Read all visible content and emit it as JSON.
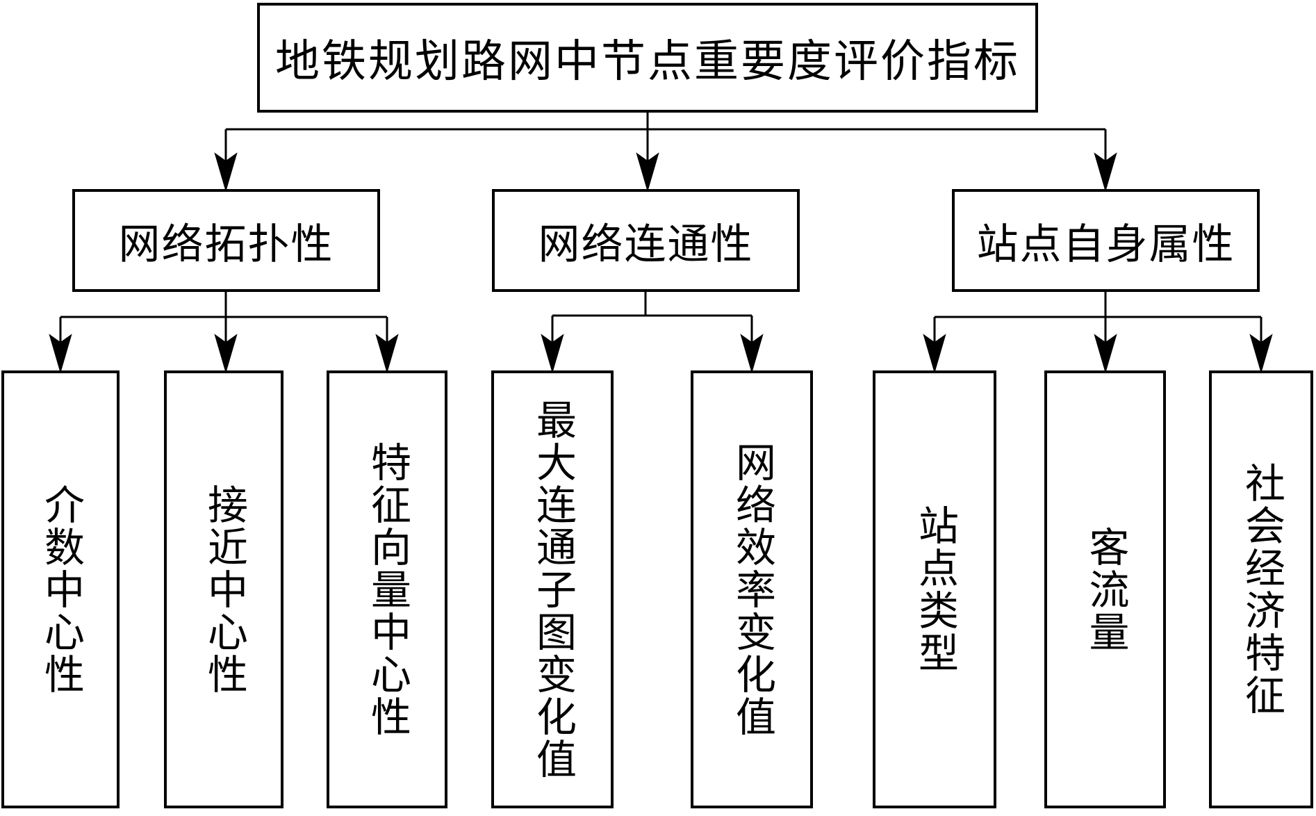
{
  "diagram": {
    "title": "地铁规划路网中节点重要度评价指标",
    "branches": [
      {
        "label": "网络拓扑性",
        "children": [
          "介数中心性",
          "接近中心性",
          "特征向量中心性"
        ]
      },
      {
        "label": "网络连通性",
        "children": [
          "最大连通子图变化值",
          "网络效率变化值"
        ]
      },
      {
        "label": "站点自身属性",
        "children": [
          "站点类型",
          "客流量",
          "社会经济特征"
        ]
      }
    ],
    "colors": {
      "line": "#000000",
      "background": "#ffffff"
    }
  }
}
